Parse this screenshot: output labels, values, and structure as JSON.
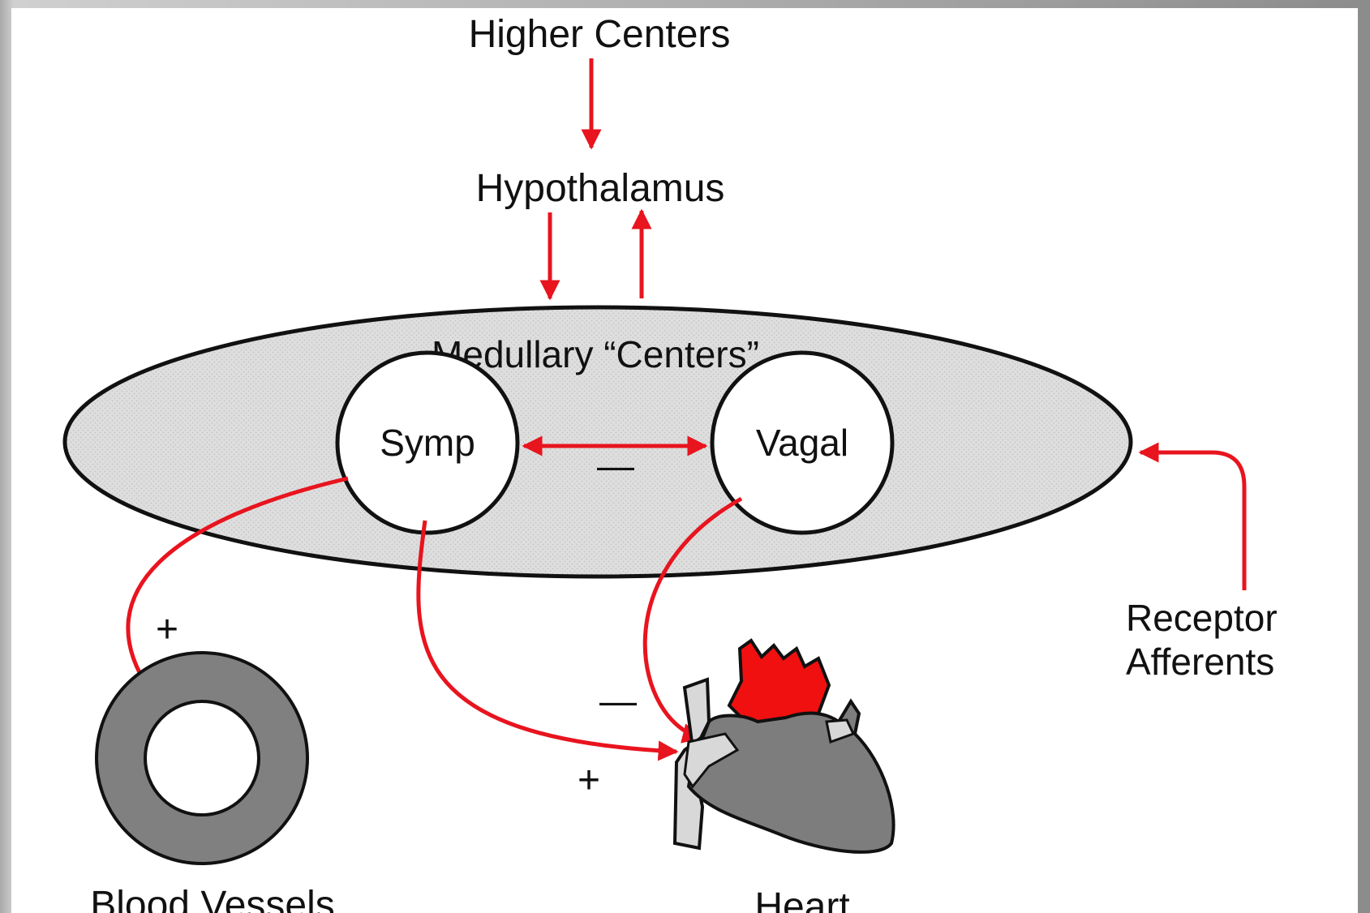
{
  "labels": {
    "higher_centers": "Higher Centers",
    "hypothalamus": "Hypothalamus",
    "medullary_centers": "Medullary “Centers”",
    "symp": "Symp",
    "vagal": "Vagal",
    "receptor_line1": "Receptor",
    "receptor_line2": "Afferents",
    "blood_vessels": "Blood Vessels",
    "heart": "Heart"
  },
  "signs": {
    "symp_vagal": "—",
    "symp_to_vessels": "+",
    "vagal_to_heart": "—",
    "symp_to_heart": "+"
  },
  "colors": {
    "arrow": "#e8141e",
    "ellipse_fill": "#dcdcdc",
    "heart_body": "#7d7d7d",
    "heart_aorta": "#f01010",
    "vessel_ring": "#808080"
  }
}
